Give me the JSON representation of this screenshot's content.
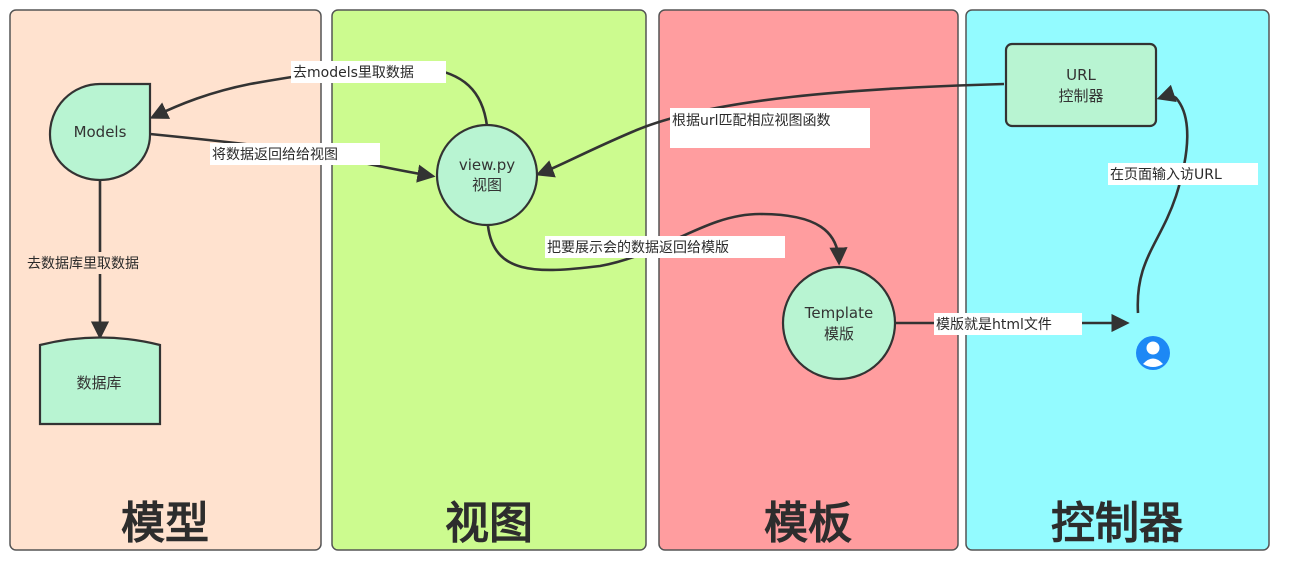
{
  "colors": {
    "panel_model": "#ffe2cf",
    "panel_view": "#ccfb8f",
    "panel_template": "#ff9d9f",
    "panel_controller": "#93fbff",
    "node_fill": "#b8f4d2",
    "stroke": "#333333",
    "user_icon": "#1d88f5"
  },
  "panels": {
    "model": {
      "title": "模型"
    },
    "view": {
      "title": "视图"
    },
    "template": {
      "title": "模板"
    },
    "controller": {
      "title": "控制器"
    }
  },
  "nodes": {
    "models": {
      "label": "Models"
    },
    "database": {
      "label": "数据库"
    },
    "view": {
      "line1": "view.py",
      "line2": "视图"
    },
    "template": {
      "line1": "Template",
      "line2": "模版"
    },
    "url": {
      "line1": "URL",
      "line2": "控制器"
    },
    "user": {
      "icon": "user-icon"
    }
  },
  "edges": {
    "view_to_models": "去models里取数据",
    "models_to_view": "将数据返回给给视图",
    "models_to_database": "去数据库里取数据",
    "url_to_view": "根据url匹配相应视图函数",
    "view_to_template": "把要展示会的数据返回给模版",
    "template_to_user": "模版就是html文件",
    "user_to_url": "在页面输入访URL"
  }
}
